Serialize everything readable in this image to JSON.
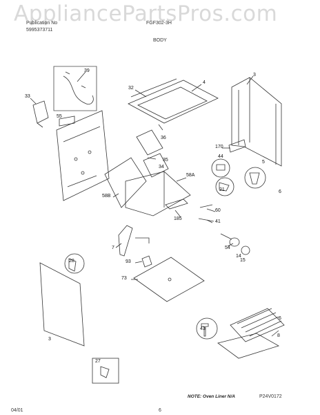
{
  "watermark": "AppliancePartsPros.com",
  "header": {
    "pub_line": "Publication No",
    "pub_no": "5995373711",
    "model": "FGF302-3H",
    "section": "BODY"
  },
  "callouts": [
    "39",
    "33",
    "55",
    "32",
    "4",
    "3",
    "36",
    "35",
    "34",
    "170",
    "5",
    "44",
    "6",
    "58A",
    "21",
    "58B",
    "60",
    "185",
    "41",
    "7",
    "28",
    "54",
    "14",
    "15",
    "93",
    "73",
    "43",
    "3",
    "27",
    "8",
    "6"
  ],
  "note": "NOTE: Oven Liner N/A",
  "figure_code": "P24V0172",
  "footer": {
    "date": "04/01",
    "page": "6"
  }
}
